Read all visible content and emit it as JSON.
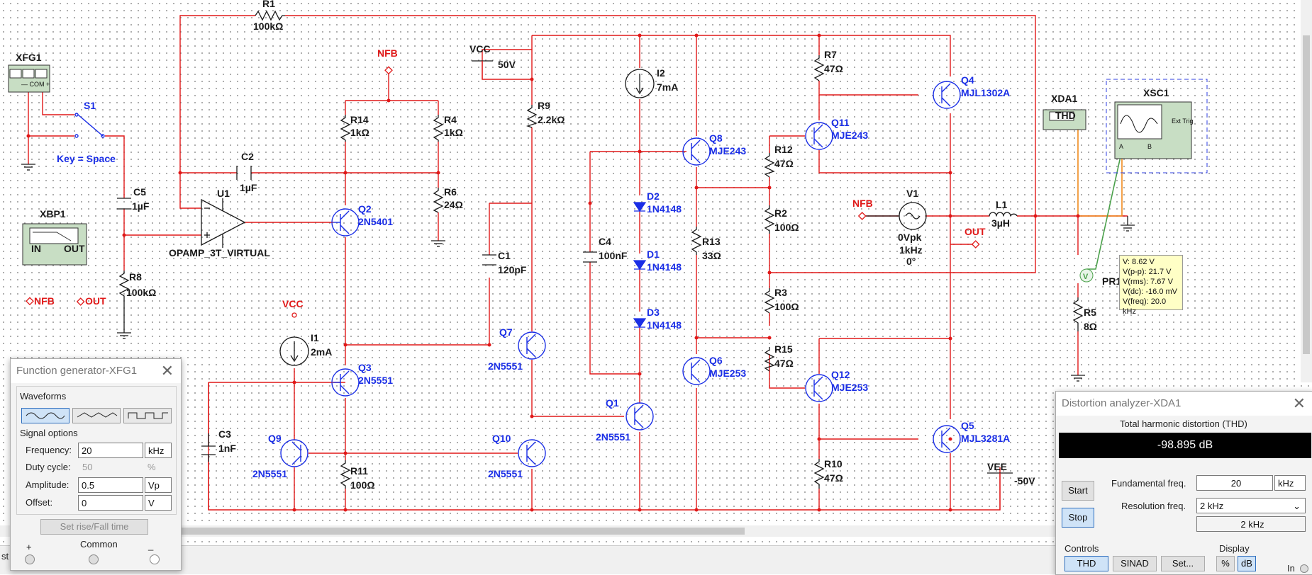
{
  "colors": {
    "wire": "#e01818",
    "part": "#1a1a1a",
    "blueLabel": "#1a2ee6",
    "instrument": "#c8dec4",
    "thdBg": "#000000",
    "accentBtn": "#cfe3f7"
  },
  "labels": {
    "R1": "R1",
    "R1v": "100kΩ",
    "XFG1": "XFG1",
    "S1": "S1",
    "Key": "Key = Space",
    "C5": "C5",
    "C5v": "1µF",
    "XBP1": "XBP1",
    "IN": "IN",
    "OUT": "OUT",
    "R8": "R8",
    "R8v": "100kΩ",
    "NFB": "NFB",
    "OUTlbl": "OUT",
    "U1": "U1",
    "U1v": "OPAMP_3T_VIRTUAL",
    "C2": "C2",
    "C2v": "1µF",
    "NFBtop": "NFB",
    "R14": "R14",
    "R14v": "1kΩ",
    "R4": "R4",
    "R4v": "1kΩ",
    "R6": "R6",
    "R6v": "24Ω",
    "Q2": "Q2",
    "Q2v": "2N5401",
    "VCC": "VCC",
    "VCCv": "50V",
    "R9": "R9",
    "R9v": "2.2kΩ",
    "I2": "I2",
    "I2v": "7mA",
    "Q8": "Q8",
    "Q8v": "MJE243",
    "R7": "R7",
    "R7v": "47Ω",
    "Q4": "Q4",
    "Q4v": "MJL1302A",
    "Q11": "Q11",
    "Q11v": "MJE243",
    "R12": "R12",
    "R12v": "47Ω",
    "D2": "D2",
    "D2v": "1N4148",
    "D1": "D1",
    "D1v": "1N4148",
    "D3": "D3",
    "D3v": "1N4148",
    "C4": "C4",
    "C4v": "100nF",
    "C1": "C1",
    "C1v": "120pF",
    "R13": "R13",
    "R13v": "33Ω",
    "R2": "R2",
    "R2v": "100Ω",
    "R3": "R3",
    "R3v": "100Ω",
    "V1": "V1",
    "V1a": "0Vpk",
    "V1b": "1kHz",
    "V1c": "0°",
    "NFBmid": "NFB",
    "OUTmid": "OUT",
    "L1": "L1",
    "L1v": "3µH",
    "XDA1": "XDA1",
    "THD": "THD",
    "XSC1": "XSC1",
    "ExtTrig": "Ext Trig",
    "A": "A",
    "B": "B",
    "PR": "PR1",
    "R5": "R5",
    "R5v": "8Ω",
    "VCC2": "VCC",
    "I1": "I1",
    "I1v": "2mA",
    "Q3": "Q3",
    "Q3v": "2N5551",
    "Q7": "Q7",
    "Q7v": "2N5551",
    "Q6": "Q6",
    "Q6v": "MJE253",
    "R15": "R15",
    "R15v": "47Ω",
    "Q12": "Q12",
    "Q12v": "MJE253",
    "Q1": "Q1",
    "Q1v": "2N5551",
    "C3": "C3",
    "C3v": "1nF",
    "Q9": "Q9",
    "Q9v": "2N5551",
    "Q10": "Q10",
    "Q10v": "2N5551",
    "R11": "R11",
    "R11v": "100Ω",
    "Q5": "Q5",
    "Q5v": "MJL3281A",
    "R10": "R10",
    "R10v": "47Ω",
    "VEE": "VEE",
    "VEEv": "-50V"
  },
  "probe": {
    "lines": [
      "V: 8.62 V",
      "V(p-p): 21.7 V",
      "V(rms): 7.67 V",
      "V(dc): -16.0 mV",
      "V(freq): 20.0 kHz"
    ]
  },
  "funcgen": {
    "title": "Function generator-XFG1",
    "waveforms_label": "Waveforms",
    "waveforms": [
      "sine",
      "triangle",
      "square"
    ],
    "signal_options_label": "Signal options",
    "frequency_label": "Frequency:",
    "frequency": "20",
    "frequency_unit": "kHz",
    "duty_label": "Duty cycle:",
    "duty": "50",
    "duty_unit": "%",
    "amplitude_label": "Amplitude:",
    "amplitude": "0.5",
    "amplitude_unit": "Vp",
    "offset_label": "Offset:",
    "offset": "0",
    "offset_unit": "V",
    "rise_fall_button": "Set rise/Fall time",
    "plus": "+",
    "common": "Common",
    "minus": "_"
  },
  "distortion": {
    "title": "Distortion analyzer-XDA1",
    "thd_label": "Total harmonic distortion (THD)",
    "thd_value": "-98.895 dB",
    "start": "Start",
    "stop": "Stop",
    "fund_label": "Fundamental freq.",
    "fund_value": "20",
    "fund_unit": "kHz",
    "res_label": "Resolution freq.",
    "res_select": "2 kHz",
    "res_value": "2 kHz",
    "controls_label": "Controls",
    "display_label": "Display",
    "thd_btn": "THD",
    "sinad_btn": "SINAD",
    "set_btn": "Set...",
    "pct_btn": "%",
    "db_btn": "dB",
    "in_label": "In"
  },
  "status": {
    "text": "st"
  }
}
